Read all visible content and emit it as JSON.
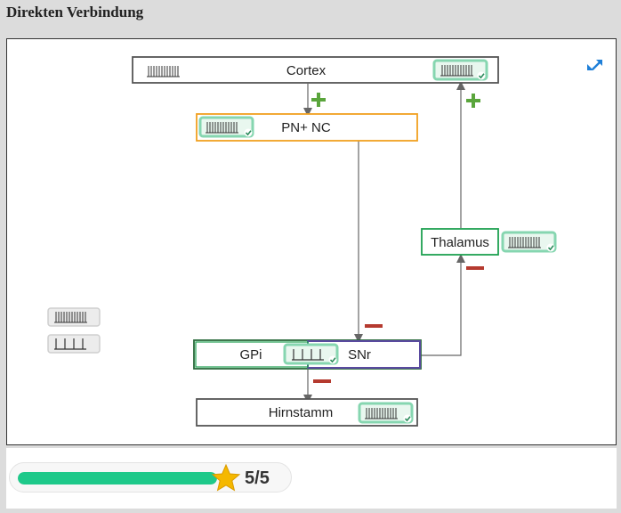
{
  "header": {
    "title": "Direkten Verbindung"
  },
  "nodes": {
    "cortex": {
      "label": "Cortex"
    },
    "pn": {
      "label": "PN+ NC"
    },
    "thalamus": {
      "label": "Thalamus"
    },
    "gpi": {
      "label": "GPi"
    },
    "snr": {
      "label": "SNr"
    },
    "hirnstamm": {
      "label": "Hirnstamm"
    }
  },
  "signs": {
    "plus": "+",
    "minus": "−"
  },
  "score": {
    "current": "5",
    "separator": "/",
    "total": "5",
    "progress_fraction": 1.0
  },
  "colors": {
    "excitatory_sign": "#5aa53c",
    "inhibitory_sign": "#b53a2f",
    "badge_green": "#86d6b0",
    "pn_border": "#f0a020",
    "thalamus_border": "#1ea050",
    "snr_border": "#5a4aa0",
    "progress": "#1ec98a",
    "star": "#f5b800",
    "expand_icon": "#1e7fd8"
  }
}
